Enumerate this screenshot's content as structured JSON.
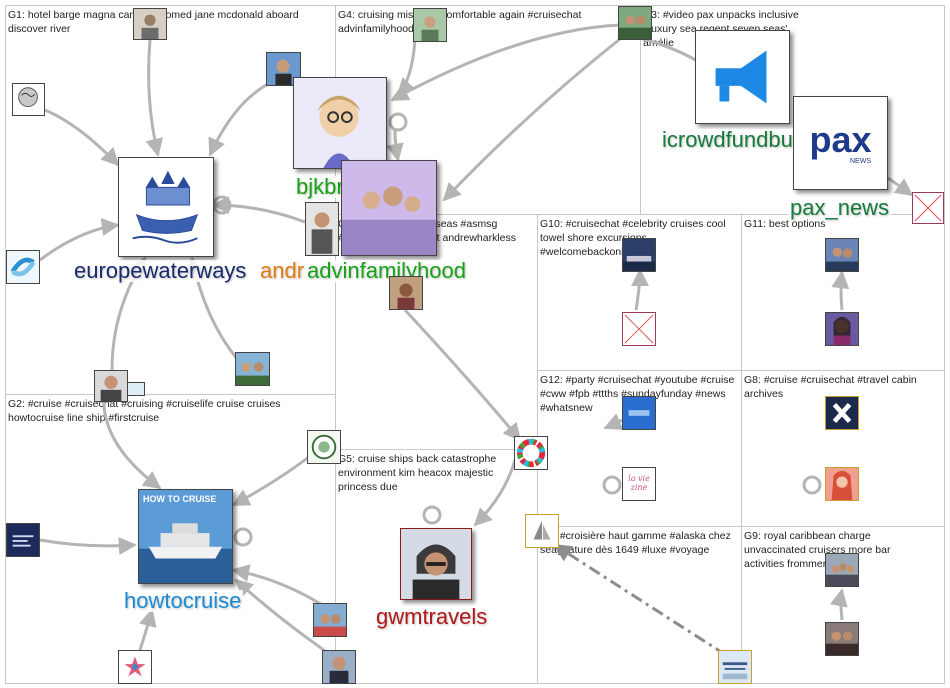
{
  "groups": [
    {
      "id": "G1",
      "title": "G1: hotel barge magna carta welcomed jane mcdonald aboard discover river"
    },
    {
      "id": "G4",
      "title": "G4: cruising miss feel comfortable again #cruisechat advinfamilyhood"
    },
    {
      "id": "G3",
      "title": "G3: #video pax unpacks inclusive #luxury sea regent seven seas' amélie"
    },
    {
      "id": "G6",
      "title": "G6: set sail princess seas #asmsg #vacation #cruisechat andrewharkless"
    },
    {
      "id": "G10",
      "title": "G10: #cruisechat #celebrity cruises cool towel shore excursions #welcomebackonboard"
    },
    {
      "id": "G11",
      "title": "G11: best options"
    },
    {
      "id": "G2",
      "title": "G2: #cruise #cruisechat #cruising #cruiselife cruise cruises howtocruise line ship #firstcruise"
    },
    {
      "id": "G12",
      "title": "G12: #party #cruisechat #youtube #cruise #cww #fpb #ttths #sundayfunday #news #whatsnew"
    },
    {
      "id": "G8",
      "title": "G8: #cruise #cruisechat #travel cabin archives"
    },
    {
      "id": "G5",
      "title": "G5: cruise ships back catastrophe environment kim heacox majestic princess due"
    },
    {
      "id": "G7",
      "title": "G7: #croisière haut gamme #alaska chez seagnature dès 1649 #luxe #voyage"
    },
    {
      "id": "G9",
      "title": "G9: royal caribbean charge unvaccinated cruisers more bar activities frommer's"
    }
  ],
  "labels": {
    "europewaterways": "europewaterways",
    "andr": "andr",
    "advinfamilyhood": "advinfamilyhood",
    "bjkbrady": "bjkbrady",
    "icrowdfundbu": "icrowdfundbu",
    "pax_news": "pax_news",
    "howtocruise": "howtocruise",
    "gwmtravels": "gwmtravels"
  },
  "logo_text": {
    "howtocruise_banner": "HOW TO CRUISE",
    "pax": "pax",
    "pax_sub": "NEWS",
    "la_vie": "la vie zine"
  },
  "colors": {
    "edge": "#b4b4b4",
    "edge_dark": "#8c8c8c",
    "europewaterways": "#1a2a6c",
    "andr": "#e07b10",
    "advinfamilyhood": "#18a018",
    "bjkbrady": "#18a018",
    "icrowdfundbu": "#157a3a",
    "pax_news": "#157a3a",
    "howtocruise": "#1a8ad4",
    "gwmtravels": "#b01818"
  }
}
